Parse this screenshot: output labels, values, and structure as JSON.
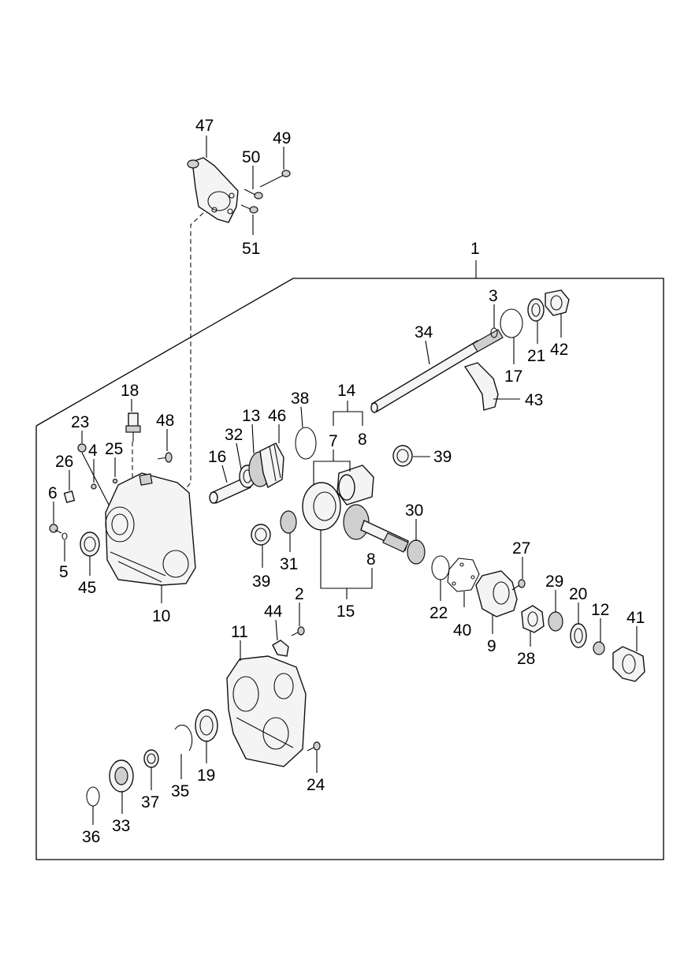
{
  "diagram": {
    "labels": {
      "p1": "1",
      "p2": "2",
      "p3": "3",
      "p4": "4",
      "p5": "5",
      "p6": "6",
      "p7": "7",
      "p8a": "8",
      "p8b": "8",
      "p9": "9",
      "p10": "10",
      "p11": "11",
      "p12": "12",
      "p13": "13",
      "p14": "14",
      "p15": "15",
      "p16": "16",
      "p17": "17",
      "p18": "18",
      "p19": "19",
      "p20": "20",
      "p21": "21",
      "p22": "22",
      "p23": "23",
      "p24": "24",
      "p25": "25",
      "p26": "26",
      "p27": "27",
      "p28": "28",
      "p29": "29",
      "p30": "30",
      "p31": "31",
      "p32": "32",
      "p33": "33",
      "p34": "34",
      "p35": "35",
      "p36": "36",
      "p37": "37",
      "p38": "38",
      "p39a": "39",
      "p39b": "39",
      "p40": "40",
      "p41": "41",
      "p42": "42",
      "p43": "43",
      "p44": "44",
      "p45": "45",
      "p46": "46",
      "p47": "47",
      "p48": "48",
      "p49": "49",
      "p50": "50",
      "p51": "51"
    }
  }
}
